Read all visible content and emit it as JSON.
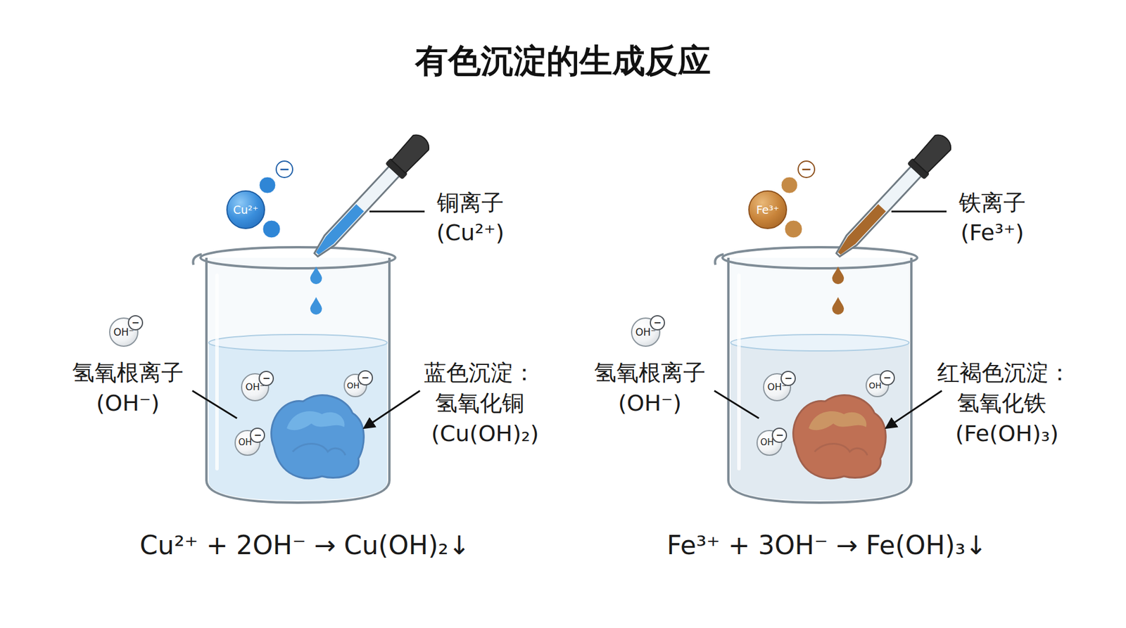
{
  "diagram": {
    "title": "有色沉淀的生成反应",
    "nodes": [
      {
        "text": [
          "Cu²⁺"
        ]
      },
      {
        "text": [
          "−"
        ]
      },
      {
        "text": [
          "OH⁻",
          "−"
        ]
      },
      {
        "text": [
          "OH⁻",
          "−"
        ]
      },
      {
        "text": [
          "OH⁻",
          "−"
        ]
      },
      {
        "text": [
          "OH⁻",
          "−"
        ]
      },
      {
        "text": [
          "Fe³⁺"
        ]
      },
      {
        "text": [
          "−"
        ]
      },
      {
        "text": [
          "OH⁻",
          "−"
        ]
      },
      {
        "text": [
          "OH⁻",
          "−"
        ]
      },
      {
        "text": [
          "OH⁻",
          "−"
        ]
      },
      {
        "text": [
          "OH⁻",
          "−"
        ]
      }
    ],
    "labels": [
      "铜离子",
      "(Cu²⁺)",
      "氢氧根离子",
      "(OH⁻)",
      "蓝色沉淀：",
      "氢氧化铜",
      "(Cu(OH)₂)",
      "Cu²⁺ + 2OH⁻ → Cu(OH)₂↓",
      "铁离子",
      "(Fe³⁺)",
      "氢氧根离子",
      "(OH⁻)",
      "红褐色沉淀：",
      "氢氧化铁",
      "(Fe(OH)₃)",
      "Fe³⁺ + 3OH⁻ → Fe(OH)₃↓"
    ]
  }
}
